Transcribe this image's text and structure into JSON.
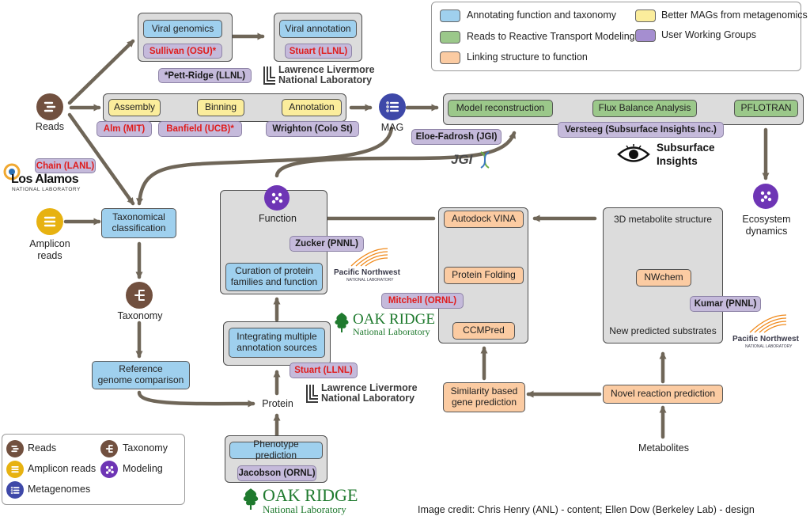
{
  "nodes": {
    "reads": "Reads",
    "amplicon_reads": "Amplicon\nreads",
    "mag": "MAG",
    "taxonomy": "Taxonomy",
    "function": "Function",
    "protein": "Protein",
    "metabolites": "Metabolites",
    "ecosystem_dynamics": "Ecosystem\ndynamics"
  },
  "boxes": {
    "viral_genomics": "Viral genomics",
    "viral_annotation": "Viral annotation",
    "assembly": "Assembly",
    "binning": "Binning",
    "annotation": "Annotation",
    "model_reconstruction": "Model reconstruction",
    "flux_balance": "Flux Balance Analysis",
    "pflotran": "PFLOTRAN",
    "taxonomical_classification": "Taxonomical\nclassification",
    "reference_genome": "Reference\ngenome comparison",
    "curation": "Curation of protein\nfamilies and function",
    "integrating": "Integrating multiple\nannotation sources",
    "phenotype": "Phenotype prediction",
    "autodock": "Autodock VINA",
    "protein_folding": "Protein Folding",
    "ccmpred": "CCMPred",
    "similarity": "Similarity based\ngene prediction",
    "novel_reaction": "Novel reaction prediction",
    "structure_3d": "3D metabolite structure",
    "nwchem": "NWchem",
    "new_substrates": "New predicted substrates"
  },
  "people": {
    "sullivan": "Sullivan (OSU)*",
    "stuart_top": "Stuart (LLNL)",
    "pett_ridge": "*Pett-Ridge (LLNL)",
    "alm": "Alm (MIT)",
    "banfield": "Banfield (UCB)*",
    "wrighton": "Wrighton (Colo St)",
    "eloe_fadrosh": "Eloe-Fadrosh (JGI)",
    "versteeg": "Versteeg (Subsurface Insights Inc.)",
    "chain": "Chain (LANL)",
    "zucker": "Zucker (PNNL)",
    "mitchell": "Mitchell (ORNL)",
    "stuart_mid": "Stuart (LLNL)",
    "kumar": "Kumar (PNNL)",
    "jacobson": "Jacobson (ORNL)"
  },
  "logos": {
    "llnl_line1": "Lawrence Livermore",
    "llnl_line2": "National Laboratory",
    "lanl_line1": "Los Alamos",
    "lanl_line2": "NATIONAL LABORATORY",
    "jgi": "JGI",
    "subsurface_line1": "Subsurface",
    "subsurface_line2": "Insights",
    "pnnl_line1": "Pacific Northwest",
    "pnnl_line2": "NATIONAL LABORATORY",
    "ornl_line1": "OAK RIDGE",
    "ornl_line2": "National Laboratory"
  },
  "top_legend": [
    {
      "label": "Annotating function and taxonomy",
      "color": "#9fd0ee"
    },
    {
      "label": "Better MAGs from metagenomics",
      "color": "#fbed9c"
    },
    {
      "label": "Reads to Reactive Transport Modeling",
      "color": "#9bc88a"
    },
    {
      "label": "User Working Groups",
      "color": "#a58ed0"
    },
    {
      "label": "Linking structure to function",
      "color": "#fbcba2"
    }
  ],
  "icon_legend": [
    {
      "label": "Reads",
      "icon": "reads-icon",
      "color": "#71503f"
    },
    {
      "label": "Taxonomy",
      "icon": "taxonomy-icon",
      "color": "#71503f"
    },
    {
      "label": "Amplicon reads",
      "icon": "amplicon-icon",
      "color": "#e7b211"
    },
    {
      "label": "Modeling",
      "icon": "modeling-icon",
      "color": "#6e35b5"
    },
    {
      "label": "Metagenomes",
      "icon": "metagenomes-icon",
      "color": "#3e48a8"
    }
  ],
  "credit": "Image credit: Chris Henry (ANL) - content; Ellen Dow (Berkeley Lab) - design",
  "colors": {
    "arrow": "#6f6658",
    "person_red": "#e01b1b",
    "panel": "#dcdcdc"
  }
}
